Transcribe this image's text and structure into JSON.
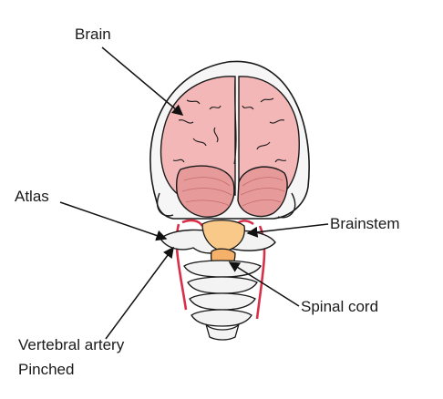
{
  "labels": {
    "brain": "Brain",
    "atlas": "Atlas",
    "brainstem": "Brainstem",
    "spinal_cord": "Spinal cord",
    "vertebral_artery": "Vertebral artery",
    "pinched": "Pinched"
  },
  "colors": {
    "brain": "#f4b7b7",
    "cerebellum": "#e79a9a",
    "brainstem": "#f9c98a",
    "spinal_cord": "#f5b06a",
    "artery": "#d9304a",
    "bone": "#f3f3f3",
    "outline": "#1a1a1a"
  }
}
